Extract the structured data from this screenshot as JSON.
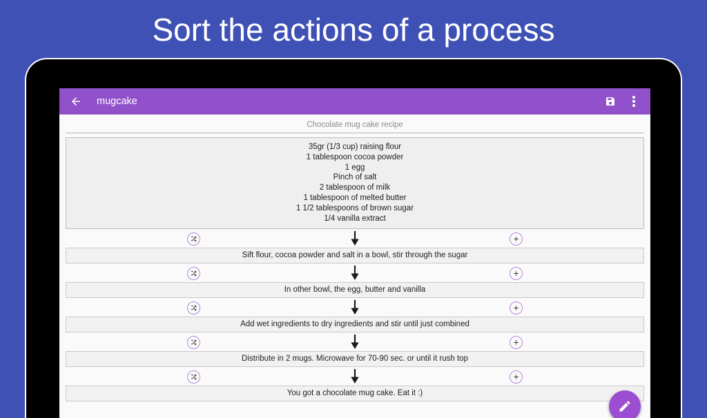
{
  "promo": {
    "headline": "Sort the actions of a process",
    "background_color": "#3f51b5",
    "text_color": "#ffffff"
  },
  "app": {
    "accent_color": "#9151ca",
    "appbar": {
      "back_icon": "back-arrow-icon",
      "title": "mugcake",
      "save_icon": "save-floppy-icon",
      "overflow_icon": "overflow-menu-icon"
    },
    "fab": {
      "icon": "pencil-edit-icon",
      "color": "#9b4fd0"
    }
  },
  "recipe": {
    "title": "Chocolate mug cake recipe",
    "ingredients": [
      "35gr (1/3 cup) raising flour",
      "1 tablespoon cocoa powder",
      "1 egg",
      "Pinch of salt",
      "2 tablespoon of milk",
      "1 tablespoon of melted butter",
      "1 1/2 tablespoons of brown sugar",
      "1/4 vanilla extract"
    ],
    "steps": [
      "Sift flour, cocoa powder and salt in a bowl, stir through the sugar",
      "In other bowl, the egg, butter and vanilla",
      "Add wet ingredients to dry ingredients and stir until just combined",
      "Distribute in 2 mugs. Microwave for 70-90 sec. or until it rush top",
      "You got a chocolate mug cake. Eat it :)"
    ],
    "connector": {
      "shuffle_icon": "shuffle-icon",
      "add_icon": "add-step-icon",
      "arrow_icon": "down-arrow-icon",
      "circle_color": "#b985d8"
    }
  }
}
